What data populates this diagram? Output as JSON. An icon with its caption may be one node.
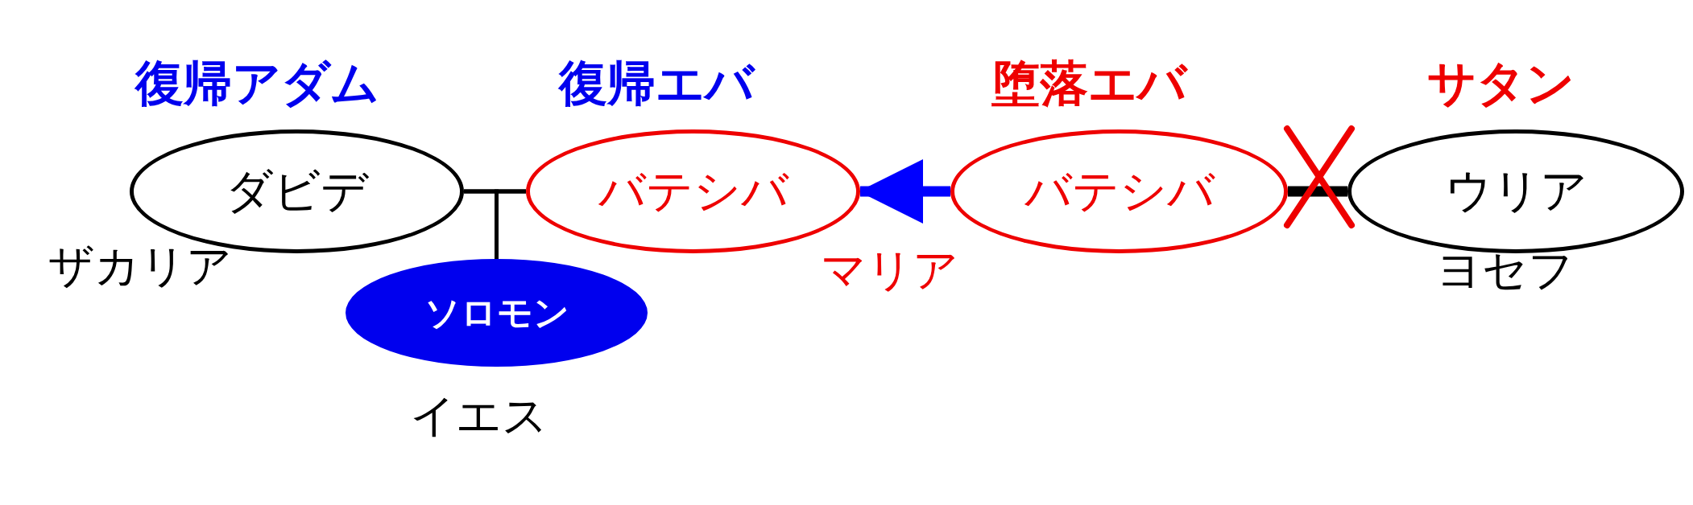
{
  "diagram": {
    "nodes": [
      {
        "text": [
          "ダビデ"
        ],
        "beside": [
          "復帰アダム",
          "ザカリア"
        ]
      },
      {
        "text": [
          "バテシバ"
        ],
        "beside": [
          "復帰エバ"
        ]
      },
      {
        "text": [
          "バテシバ"
        ],
        "beside": [
          "堕落エバ",
          "マリア"
        ]
      },
      {
        "text": [
          "ウリア"
        ],
        "beside": [
          "サタン",
          "ヨセフ"
        ]
      },
      {
        "text": [
          "ソロモン"
        ],
        "beside": [
          "イエス"
        ]
      }
    ],
    "edges": [
      {
        "from": 0,
        "to": 1,
        "arrow": "none"
      },
      {
        "from": 0,
        "to": 4,
        "arrow": "none"
      },
      {
        "from": 1,
        "to": 4,
        "arrow": "none"
      },
      {
        "from": 2,
        "to": 1,
        "arrow": "to",
        "style": "thick",
        "color": "#0000ff"
      },
      {
        "from": 2,
        "to": 3,
        "arrow": "none",
        "style": "thick"
      }
    ]
  }
}
